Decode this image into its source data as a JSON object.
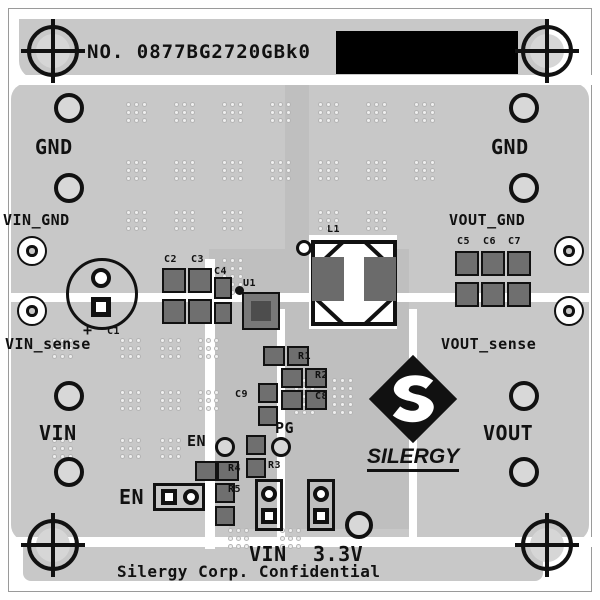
{
  "board": {
    "header_label": "NO. 0877BG2720GBk0",
    "footer_label": "Silergy Corp. Confidential",
    "brand_name": "SILERGY",
    "colors": {
      "copper": "#c8c8c8",
      "copper_dark": "#bfbfbf",
      "silkscreen": "#111111",
      "mask_gap": "#ffffff",
      "pad": "#6f6f6f",
      "black_bar": "#000000"
    }
  },
  "terminals": {
    "gnd_left": "GND",
    "gnd_right": "GND",
    "vin_gnd": "VIN_GND",
    "vout_gnd": "VOUT_GND",
    "vin_sense": "VIN_sense",
    "vout_sense": "VOUT_sense",
    "vin": "VIN",
    "vout": "VOUT"
  },
  "components": {
    "c1": "C1",
    "c1_polarity": "+",
    "c2": "C2",
    "c3": "C3",
    "c4": "C4",
    "c5": "C5",
    "c6": "C6",
    "c7": "C7",
    "c8": "C8",
    "c9": "C9",
    "u1": "U1",
    "l1": "L1",
    "r1": "R1",
    "r2": "R2",
    "r3": "R3",
    "r4": "R4",
    "r5": "R5",
    "pg": "PG",
    "en_net": "EN",
    "en_jumper": "EN"
  },
  "headers": {
    "vin_header": "VIN",
    "v33_header": "3.3V"
  }
}
